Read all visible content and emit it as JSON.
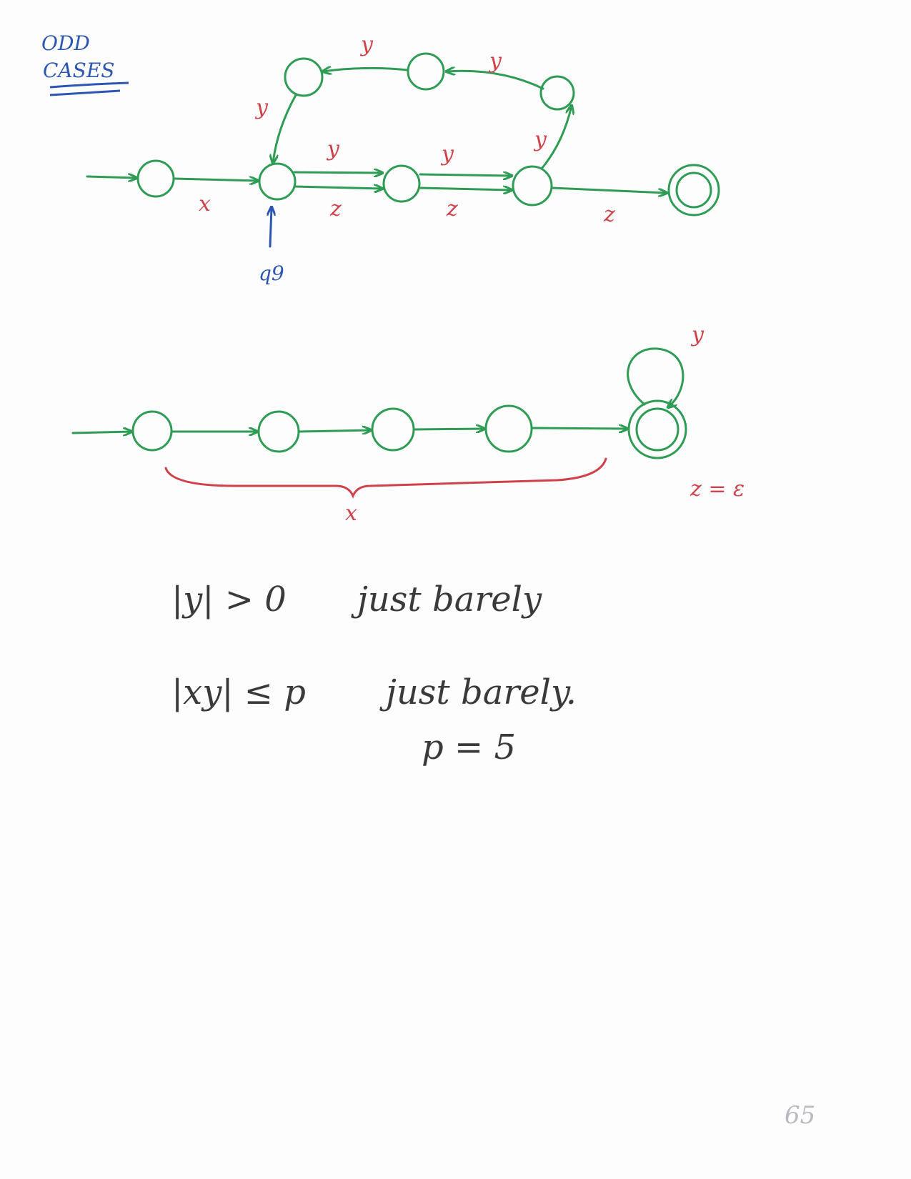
{
  "heading": {
    "line1": "ODD",
    "line2": "CASES"
  },
  "diagram1": {
    "labels": {
      "x": "x",
      "y_loop_top": "y",
      "y_loop_right": "y",
      "y_loop_left": "y",
      "y_edge1": "y",
      "y_edge2": "y",
      "y_edge3": "y",
      "z_edge1": "z",
      "z_edge2": "z",
      "z_edge3": "z",
      "pointer": "q9"
    }
  },
  "diagram2": {
    "labels": {
      "self_loop": "y",
      "brace": "x",
      "z_note": "z = ε"
    }
  },
  "notes": {
    "line1_math": "|y| > 0",
    "line1_text": "just barely",
    "line2_math": "|xy| ≤ p",
    "line2_text": "just barely.",
    "line3": "p = 5"
  },
  "page_number": "65",
  "colors": {
    "state": "#2f9c55",
    "label": "#d0424a",
    "heading": "#2d56b3",
    "ink": "#3a3a3a"
  }
}
